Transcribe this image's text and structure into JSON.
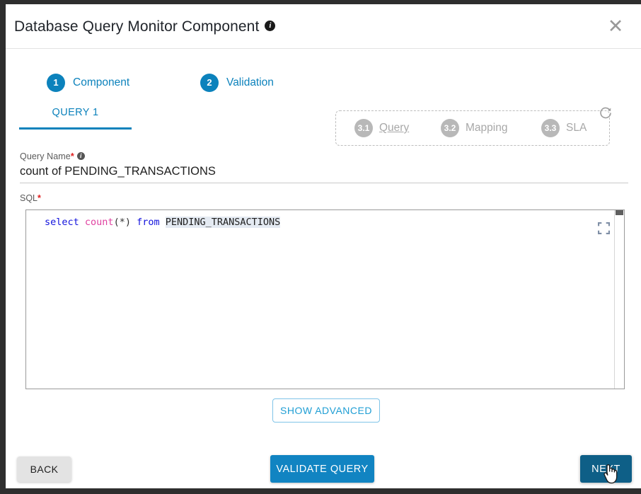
{
  "dialog": {
    "title": "Database Query Monitor Component",
    "title_info_icon": "info-icon",
    "close_icon": "✕"
  },
  "stepper": {
    "steps": [
      {
        "number": "1",
        "label": "Component",
        "state": "active"
      },
      {
        "number": "2",
        "label": "Validation",
        "state": "active"
      }
    ],
    "substeps": [
      {
        "number": "3.1",
        "label": "Query",
        "state": "disabled",
        "underlined": true
      },
      {
        "number": "3.2",
        "label": "Mapping",
        "state": "disabled",
        "underlined": false
      },
      {
        "number": "3.3",
        "label": "SLA",
        "state": "disabled",
        "underlined": false
      }
    ],
    "refresh_icon": "refresh-icon"
  },
  "tabs": [
    {
      "label": "QUERY 1",
      "selected": true
    }
  ],
  "form": {
    "query_name": {
      "label": "Query Name",
      "required_marker": "*",
      "info_icon": "info-icon",
      "value": "count of PENDING_TRANSACTIONS",
      "placeholder": "Query Name"
    },
    "sql": {
      "label": "SQL",
      "required_marker": "*",
      "tokens": [
        {
          "text": "select",
          "type": "keyword"
        },
        {
          "text": " ",
          "type": "plain"
        },
        {
          "text": "count",
          "type": "function"
        },
        {
          "text": "(*)",
          "type": "punct"
        },
        {
          "text": " ",
          "type": "plain"
        },
        {
          "text": "from",
          "type": "keyword"
        },
        {
          "text": " ",
          "type": "plain"
        },
        {
          "text": "PENDING_TRANSACTIONS",
          "type": "table"
        }
      ],
      "raw": "select count(*) from PENDING_TRANSACTIONS",
      "expand_icon": "fullscreen-expand-icon"
    },
    "show_advanced_label": "SHOW ADVANCED"
  },
  "footer": {
    "back_label": "BACK",
    "validate_label": "VALIDATE QUERY",
    "next_label": "NEXT"
  },
  "colors": {
    "accent_blue": "#0c82bc",
    "primary_button": "#1184c2",
    "next_button_pressed": "#0e5f87",
    "disabled_gray": "#b8b8b8",
    "required_red": "#e02020",
    "sql_keyword": "#1111dd",
    "sql_function": "#e040a0",
    "sql_table_highlight": "#e4eaf2"
  }
}
